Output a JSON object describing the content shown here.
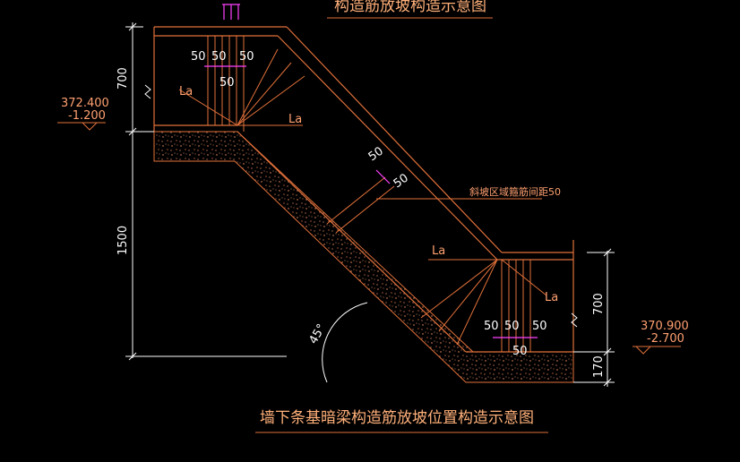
{
  "drawing": {
    "title_top": "构造筋放坡构造示意图",
    "title_bottom": "墙下条基暗梁构造筋放坡位置构造示意图",
    "slope_note": "斜坡区域箍筋间距50",
    "angle": "45°",
    "dims": {
      "d50": "50",
      "la": "La",
      "h700_left": "700",
      "h1500": "1500",
      "h700_right": "700",
      "h170": "170"
    },
    "levels": {
      "left_elev": "372.400",
      "left_rel": "-1.200",
      "right_elev": "370.900",
      "right_rel": "-2.700"
    }
  }
}
